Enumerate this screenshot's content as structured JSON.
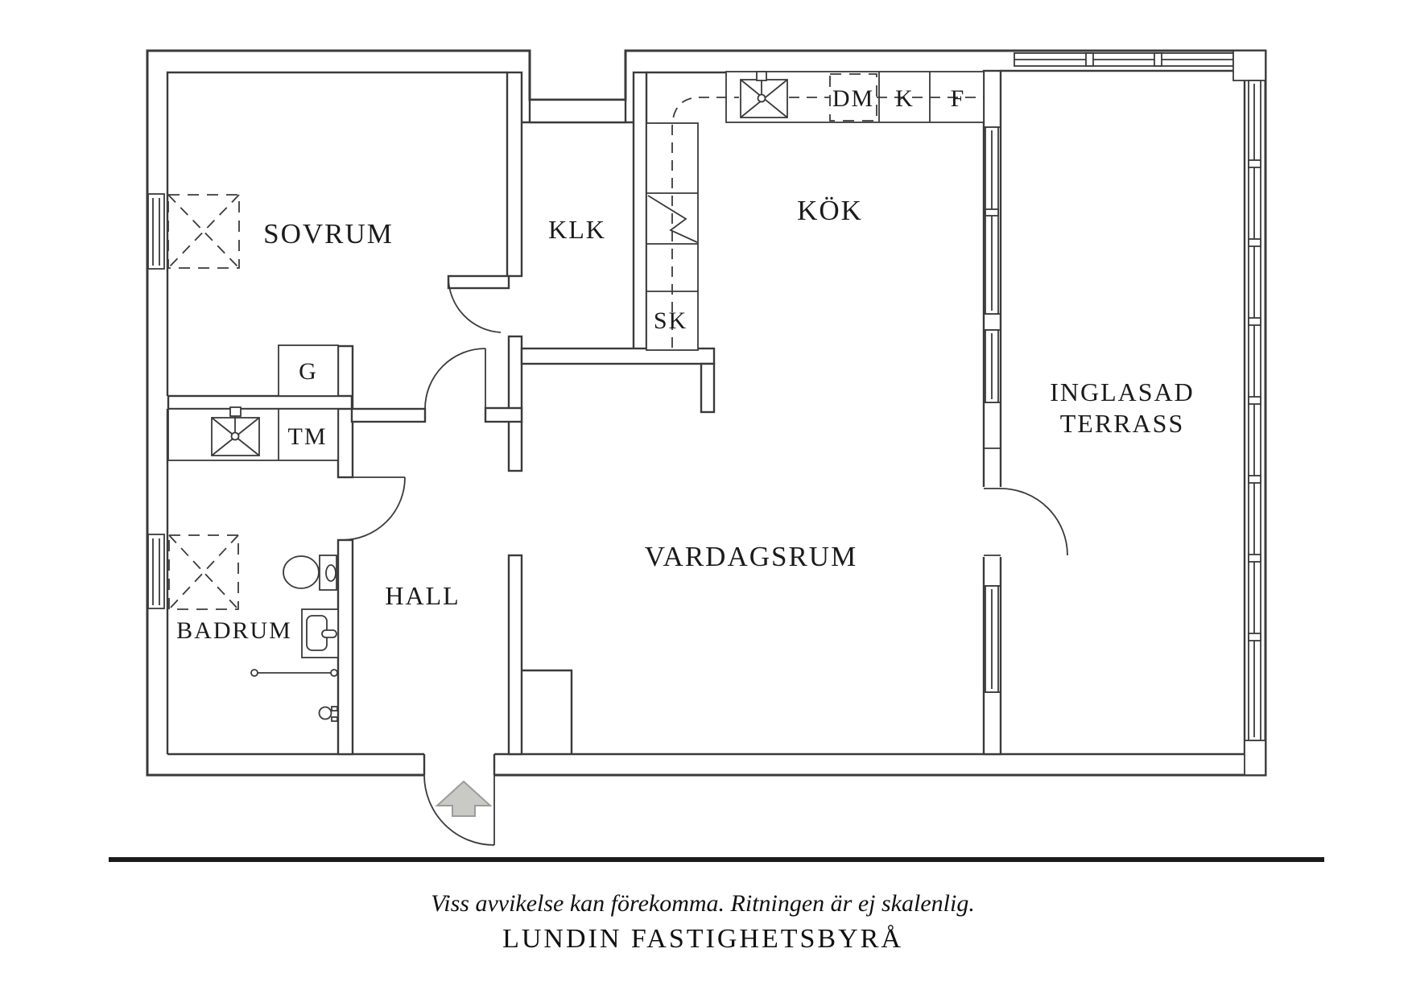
{
  "labels": {
    "sovrum": "SOVRUM",
    "klk": "KLK",
    "kok": "KÖK",
    "vardagsrum": "VARDAGSRUM",
    "hall": "HALL",
    "badrum": "BADRUM",
    "terrass_line1": "INGLASAD",
    "terrass_line2": "TERRASS",
    "g": "G",
    "tm": "TM",
    "sk": "SK",
    "dm": "DM",
    "k": "K",
    "f": "F"
  },
  "footer": {
    "disclaimer": "Viss avvikelse kan förekomma. Ritningen är ej skalenlig.",
    "agency": "LUNDIN FASTIGHETSBYRÅ"
  },
  "colors": {
    "line": "#3a3a3a",
    "text": "#1b1b1b",
    "arrow_fill": "#c9c9c6",
    "arrow_stroke": "#9c9c99",
    "divider": "#1a1a1a"
  }
}
